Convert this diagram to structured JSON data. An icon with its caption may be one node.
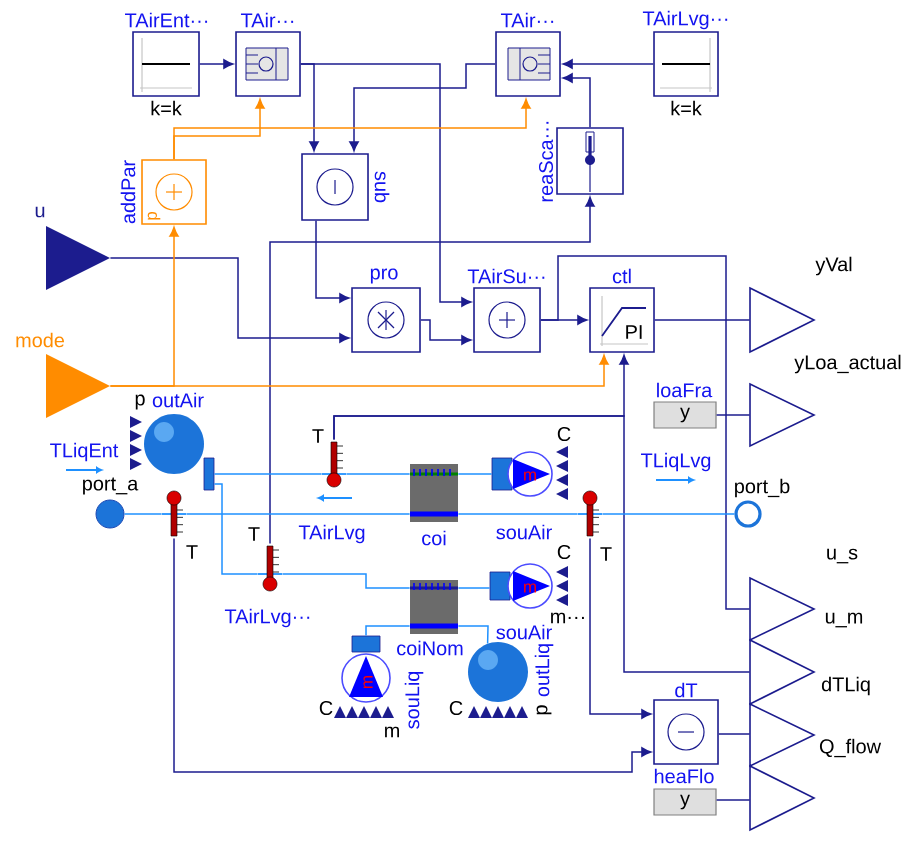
{
  "diagram": {
    "nodes": [
      {
        "text": [
          "TAirEnt···"
        ],
        "beside": [
          "k=k"
        ]
      },
      {
        "text": [
          "TAir···"
        ]
      },
      {
        "text": [
          "TAir···"
        ]
      },
      {
        "text": [
          "TAirLvg···"
        ],
        "beside": [
          "k=k"
        ]
      },
      {
        "text": [
          "addPar",
          "p"
        ]
      },
      {
        "text": [
          "sub"
        ]
      },
      {
        "text": [
          "reaSca···"
        ]
      },
      {
        "text": [
          "u"
        ]
      },
      {
        "text": [
          "mode"
        ]
      },
      {
        "text": [
          "pro"
        ]
      },
      {
        "text": [
          "TAirSu···"
        ]
      },
      {
        "text": [
          "ctl",
          "PI"
        ]
      },
      {
        "text": [
          "yVal"
        ]
      },
      {
        "text": [
          "yLoa_actual"
        ]
      },
      {
        "text": [
          "loaFra",
          "y"
        ]
      },
      {
        "text": [
          "outAir"
        ]
      },
      {
        "text": [
          "port_a"
        ]
      },
      {
        "text": [
          "T"
        ]
      },
      {
        "text": [
          "T"
        ]
      },
      {
        "text": [
          "coi"
        ]
      },
      {
        "text": [
          "m"
        ]
      },
      {
        "text": [
          "port_b"
        ]
      },
      {
        "text": [
          "T"
        ]
      },
      {
        "text": [
          "T"
        ]
      },
      {
        "text": [
          "coiNom"
        ]
      },
      {
        "text": [
          "m",
          "souAir"
        ]
      },
      {
        "text": [
          "m",
          "souLiq"
        ]
      },
      {
        "text": [
          "outLiq"
        ]
      },
      {
        "text": [
          "u_s"
        ]
      },
      {
        "text": [
          "u_m"
        ]
      },
      {
        "text": [
          "dTLiq"
        ]
      },
      {
        "text": [
          "Q_flow"
        ]
      },
      {
        "text": [
          "dT"
        ]
      },
      {
        "text": [
          "heaFlo",
          "y"
        ]
      }
    ],
    "edges": [
      {
        "from": 0,
        "to": 1,
        "arrow": "to"
      },
      {
        "from": 1,
        "to": 5,
        "arrow": "to"
      },
      {
        "from": 1,
        "to": 10,
        "arrow": "to"
      },
      {
        "from": 3,
        "to": 2,
        "arrow": "to"
      },
      {
        "from": 6,
        "to": 2,
        "arrow": "to"
      },
      {
        "from": 2,
        "to": 5,
        "arrow": "to"
      },
      {
        "from": 23,
        "to": 6,
        "arrow": "to"
      },
      {
        "from": 5,
        "to": 9,
        "arrow": "to"
      },
      {
        "from": 7,
        "to": 9,
        "arrow": "to"
      },
      {
        "from": 9,
        "to": 10,
        "arrow": "to"
      },
      {
        "from": 10,
        "to": 11,
        "arrow": "to"
      },
      {
        "from": 10,
        "to": 28,
        "arrow": "none"
      },
      {
        "from": 11,
        "to": 12,
        "arrow": "none"
      },
      {
        "from": 14,
        "to": 13,
        "arrow": "none"
      },
      {
        "from": 18,
        "to": 11,
        "arrow": "to"
      },
      {
        "from": 18,
        "to": 29,
        "arrow": "none"
      },
      {
        "from": 22,
        "to": 32,
        "arrow": "to"
      },
      {
        "from": 17,
        "to": 32,
        "arrow": "to"
      },
      {
        "from": 32,
        "to": 30,
        "arrow": "none"
      },
      {
        "from": 33,
        "to": 31,
        "arrow": "none"
      },
      {
        "from": 8,
        "to": 11,
        "arrow": "to",
        "color": "#ff8c00"
      },
      {
        "from": 8,
        "to": 4,
        "arrow": "to",
        "color": "#ff8c00"
      },
      {
        "from": 4,
        "to": 1,
        "arrow": "to",
        "color": "#ff8c00"
      },
      {
        "from": 4,
        "to": 2,
        "arrow": "to",
        "color": "#ff8c00"
      },
      {
        "from": 16,
        "to": 17,
        "arrow": "none",
        "color": "#1e90ff"
      },
      {
        "from": 17,
        "to": 19,
        "arrow": "none",
        "color": "#1e90ff"
      },
      {
        "from": 19,
        "to": 22,
        "arrow": "none",
        "color": "#1e90ff"
      },
      {
        "from": 22,
        "to": 21,
        "arrow": "none",
        "color": "#1e90ff"
      },
      {
        "from": 15,
        "to": 18,
        "arrow": "none",
        "color": "#1e90ff"
      },
      {
        "from": 18,
        "to": 19,
        "arrow": "none",
        "color": "#1e90ff"
      },
      {
        "from": 19,
        "to": 20,
        "arrow": "none",
        "color": "#1e90ff"
      },
      {
        "from": 15,
        "to": 23,
        "arrow": "none",
        "color": "#1e90ff"
      },
      {
        "from": 23,
        "to": 24,
        "arrow": "none",
        "color": "#1e90ff"
      },
      {
        "from": 26,
        "to": 24,
        "arrow": "none",
        "color": "#1e90ff"
      },
      {
        "from": 24,
        "to": 25,
        "arrow": "none",
        "color": "#1e90ff"
      },
      {
        "from": 24,
        "to": 27,
        "arrow": "none",
        "color": "#1e90ff"
      }
    ],
    "labels": [
      "p",
      "C",
      "TLiqLvg",
      "TLiqEnt",
      "TAirLvg",
      "souAir",
      "C",
      "TAirLvg···",
      "m···",
      "C",
      "C",
      "p",
      "m"
    ]
  }
}
